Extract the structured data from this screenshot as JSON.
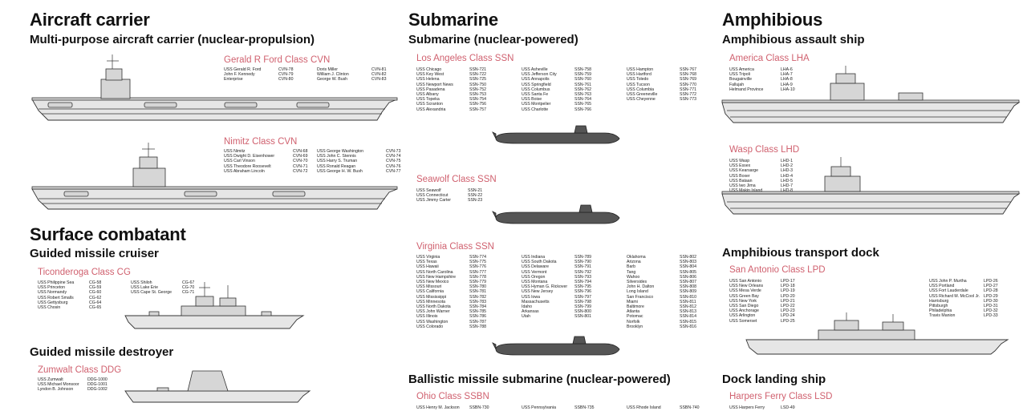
{
  "sections": {
    "aircraft_carrier": {
      "title": "Aircraft carrier",
      "subtitle": "Multi-purpose aircraft carrier (nuclear-propulsion)",
      "ford": {
        "name": "Gerald R Ford Class CVN",
        "cols": [
          [
            [
              "USS Gerald R. Ford",
              "CVN-78"
            ],
            [
              "John F. Kennedy",
              "CVN-79"
            ],
            [
              "Enterprise",
              "CVN-80"
            ]
          ],
          [
            [
              "Doris Miller",
              "CVN-81"
            ],
            [
              "William J. Clinton",
              "CVN-82"
            ],
            [
              "George W. Bush",
              "CVN-83"
            ]
          ]
        ]
      },
      "nimitz": {
        "name": "Nimitz Class CVN",
        "cols": [
          [
            [
              "USS Nimitz",
              "CVN-68"
            ],
            [
              "USS Dwight D. Eisenhower",
              "CVN-69"
            ],
            [
              "USS Carl Vinson",
              "CVN-70"
            ],
            [
              "USS Theodore Roosevelt",
              "CVN-71"
            ],
            [
              "USS Abraham Lincoln",
              "CVN-72"
            ]
          ],
          [
            [
              "USS George Washington",
              "CVN-73"
            ],
            [
              "USS John C. Stennis",
              "CVN-74"
            ],
            [
              "USS Harry S. Truman",
              "CVN-75"
            ],
            [
              "USS Ronald Reagan",
              "CVN-76"
            ],
            [
              "USS George H. W. Bush",
              "CVN-77"
            ]
          ]
        ]
      }
    },
    "surface": {
      "title": "Surface combatant",
      "cruiser_sub": "Guided missile cruiser",
      "ticonderoga": {
        "name": "Ticonderoga Class CG",
        "cols": [
          [
            [
              "USS Philippine Sea",
              "CG-58"
            ],
            [
              "USS Princeton",
              "CG-59"
            ],
            [
              "USS Normandy",
              "CG-60"
            ],
            [
              "USS Robert Smalls",
              "CG-62"
            ],
            [
              "USS Gettysburg",
              "CG-64"
            ],
            [
              "USS Chosin",
              "CG-65"
            ]
          ],
          [
            [
              "USS Shiloh",
              "CG-67"
            ],
            [
              "USS Lake Erie",
              "CG-70"
            ],
            [
              "USS Cape St. George",
              "CG-71"
            ]
          ]
        ]
      },
      "destroyer_sub": "Guided missile destroyer",
      "zumwalt": {
        "name": "Zumwalt Class DDG",
        "cols": [
          [
            [
              "USS Zumwalt",
              "DDG-1000"
            ],
            [
              "USS Michael Monsoor",
              "DDG-1001"
            ],
            [
              "Lyndon B. Johnson",
              "DDG-1002"
            ]
          ]
        ]
      }
    },
    "submarine": {
      "title": "Submarine",
      "subtitle": "Submarine (nuclear-powered)",
      "los_angeles": {
        "name": "Los Angeles Class SSN",
        "cols": [
          [
            [
              "USS Chicago",
              "SSN-721"
            ],
            [
              "USS Key West",
              "SSN-722"
            ],
            [
              "USS Helena",
              "SSN-725"
            ],
            [
              "USS Newport News",
              "SSN-750"
            ],
            [
              "USS Pasadena",
              "SSN-752"
            ],
            [
              "USS Albany",
              "SSN-753"
            ],
            [
              "USS Topeka",
              "SSN-754"
            ],
            [
              "USS Scranton",
              "SSN-756"
            ],
            [
              "USS Alexandria",
              "SSN-757"
            ]
          ],
          [
            [
              "USS Asheville",
              "SSN-758"
            ],
            [
              "USS Jefferson City",
              "SSN-759"
            ],
            [
              "USS Annapolis",
              "SSN-760"
            ],
            [
              "USS Springfield",
              "SSN-761"
            ],
            [
              "USS Columbus",
              "SSN-762"
            ],
            [
              "USS Santa Fe",
              "SSN-763"
            ],
            [
              "USS Boise",
              "SSN-764"
            ],
            [
              "USS Montpelier",
              "SSN-765"
            ],
            [
              "USS Charlotte",
              "SSN-766"
            ]
          ],
          [
            [
              "USS Hampton",
              "SSN-767"
            ],
            [
              "USS Hartford",
              "SSN-768"
            ],
            [
              "USS Toledo",
              "SSN-769"
            ],
            [
              "USS Tucson",
              "SSN-770"
            ],
            [
              "USS Columbia",
              "SSN-771"
            ],
            [
              "USS Greeneville",
              "SSN-772"
            ],
            [
              "USS Cheyenne",
              "SSN-773"
            ]
          ]
        ]
      },
      "seawolf": {
        "name": "Seawolf Class SSN",
        "cols": [
          [
            [
              "USS Seawolf",
              "SSN-21"
            ],
            [
              "USS Connecticut",
              "SSN-22"
            ],
            [
              "USS Jimmy Carter",
              "SSN-23"
            ]
          ]
        ]
      },
      "virginia": {
        "name": "Virginia Class SSN",
        "cols": [
          [
            [
              "USS Virginia",
              "SSN-774"
            ],
            [
              "USS Texas",
              "SSN-775"
            ],
            [
              "USS Hawaii",
              "SSN-776"
            ],
            [
              "USS North Carolina",
              "SSN-777"
            ],
            [
              "USS New Hampshire",
              "SSN-778"
            ],
            [
              "USS New Mexico",
              "SSN-779"
            ],
            [
              "USS Missouri",
              "SSN-780"
            ],
            [
              "USS California",
              "SSN-781"
            ],
            [
              "USS Mississippi",
              "SSN-782"
            ],
            [
              "USS Minnesota",
              "SSN-783"
            ],
            [
              "USS North Dakota",
              "SSN-784"
            ],
            [
              "USS John Warner",
              "SSN-785"
            ],
            [
              "USS Illinois",
              "SSN-786"
            ],
            [
              "USS Washington",
              "SSN-787"
            ],
            [
              "USS Colorado",
              "SSN-788"
            ]
          ],
          [
            [
              "USS Indiana",
              "SSN-789"
            ],
            [
              "USS South Dakota",
              "SSN-790"
            ],
            [
              "USS Delaware",
              "SSN-791"
            ],
            [
              "USS Vermont",
              "SSN-792"
            ],
            [
              "USS Oregon",
              "SSN-793"
            ],
            [
              "USS Montana",
              "SSN-794"
            ],
            [
              "USS Hyman G. Rickover",
              "SSN-795"
            ],
            [
              "USS New Jersey",
              "SSN-796"
            ],
            [
              "USS Iowa",
              "SSN-797"
            ],
            [
              "Massachusetts",
              "SSN-798"
            ],
            [
              "Idaho",
              "SSN-799"
            ],
            [
              "Arkansas",
              "SSN-800"
            ],
            [
              "Utah",
              "SSN-801"
            ]
          ],
          [
            [
              "Oklahoma",
              "SSN-802"
            ],
            [
              "Arizona",
              "SSN-803"
            ],
            [
              "Barb",
              "SSN-804"
            ],
            [
              "Tang",
              "SSN-805"
            ],
            [
              "Wahoo",
              "SSN-806"
            ],
            [
              "Silversides",
              "SSN-807"
            ],
            [
              "John H. Dalton",
              "SSN-808"
            ],
            [
              "Long Island",
              "SSN-809"
            ],
            [
              "San Francisco",
              "SSN-810"
            ],
            [
              "Miami",
              "SSN-811"
            ],
            [
              "Baltimore",
              "SSN-812"
            ],
            [
              "Atlanta",
              "SSN-813"
            ],
            [
              "Potomac",
              "SSN-814"
            ],
            [
              "Norfolk",
              "SSN-815"
            ],
            [
              "Brooklyn",
              "SSN-816"
            ]
          ]
        ]
      },
      "ballistic_sub": "Ballistic missile submarine (nuclear-powered)",
      "ohio": {
        "name": "Ohio Class SSBN",
        "cols": [
          [
            [
              "USS Henry M. Jackson",
              "SSBN-730"
            ]
          ],
          [
            [
              "USS Pennsylvania",
              "SSBN-735"
            ]
          ],
          [
            [
              "USS Rhode Island",
              "SSBN-740"
            ]
          ]
        ]
      }
    },
    "amphibious": {
      "title": "Amphibious",
      "assault_sub": "Amphibious assault ship",
      "america": {
        "name": "America Class LHA",
        "cols": [
          [
            [
              "USS America",
              "LHA-6"
            ],
            [
              "USS Tripoli",
              "LHA-7"
            ],
            [
              "Bougainville",
              "LHA-8"
            ],
            [
              "Fallujah",
              "LHA-9"
            ],
            [
              "Helmand Province",
              "LHA-10"
            ]
          ]
        ]
      },
      "wasp": {
        "name": "Wasp Class LHD",
        "cols": [
          [
            [
              "USS Wasp",
              "LHD-1"
            ],
            [
              "USS Essex",
              "LHD-2"
            ],
            [
              "USS Kearsarge",
              "LHD-3"
            ],
            [
              "USS Boxer",
              "LHD-4"
            ],
            [
              "USS Bataan",
              "LHD-5"
            ],
            [
              "USS Iwo Jima",
              "LHD-7"
            ],
            [
              "USS Makin Island",
              "LHD-8"
            ]
          ]
        ]
      },
      "transport_sub": "Amphibious transport dock",
      "san_antonio": {
        "name": "San Antonio Class LPD",
        "cols": [
          [
            [
              "USS San Antonio",
              "LPD-17"
            ],
            [
              "USS New Orleans",
              "LPD-18"
            ],
            [
              "USS Mesa Verde",
              "LPD-19"
            ],
            [
              "USS Green Bay",
              "LPD-20"
            ],
            [
              "USS New York",
              "LPD-21"
            ],
            [
              "USS San Diego",
              "LPD-22"
            ],
            [
              "USS Anchorage",
              "LPD-23"
            ],
            [
              "USS Arlington",
              "LPD-24"
            ],
            [
              "USS Somerset",
              "LPD-25"
            ]
          ],
          [
            [
              "USS John P. Murtha",
              "LPD-26"
            ],
            [
              "USS Portland",
              "LPD-27"
            ],
            [
              "USS Fort Lauderdale",
              "LPD-28"
            ],
            [
              "USS Richard M. McCool Jr.",
              "LPD-29"
            ],
            [
              "Harrisburg",
              "LPD-30"
            ],
            [
              "Pittsburgh",
              "LPD-31"
            ],
            [
              "Philadelphia",
              "LPD-32"
            ],
            [
              "Travis Manion",
              "LPD-33"
            ]
          ]
        ]
      },
      "dock_sub": "Dock landing ship",
      "harpers": {
        "name": "Harpers Ferry Class LSD",
        "cols": [
          [
            [
              "USS Harpers Ferry",
              "LSD-49"
            ]
          ]
        ]
      }
    }
  }
}
